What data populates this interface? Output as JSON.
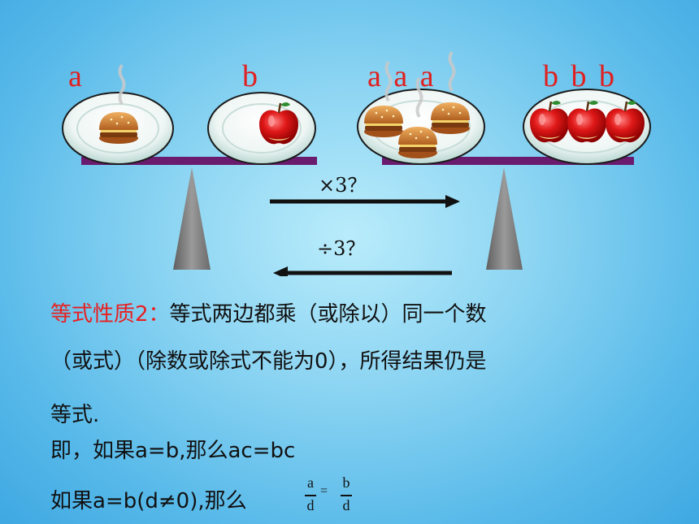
{
  "scene": {
    "labels": {
      "left_a": "a",
      "left_b": "b",
      "right_a": "a a a",
      "right_b": "b b b"
    },
    "multiply_label": "×3？",
    "divide_label": "÷3？"
  },
  "property": {
    "title": "等式性质2：",
    "line1_rest": "等式两边都乘（或除以）同一个数",
    "line2": "（或式）（除数或除式不能为0），所得结果仍是",
    "line3": "等式.",
    "line4": "即，如果a=b,那么ac=bc",
    "line5": "如果a=b(d≠0),那么",
    "fraction": {
      "left_num": "a",
      "left_den": "d",
      "equals": "=",
      "right_num": "b",
      "right_den": "d"
    }
  },
  "colors": {
    "accent_red": "#e02020",
    "beam_purple": "#6a1b6e",
    "support_gray": "#808080"
  }
}
